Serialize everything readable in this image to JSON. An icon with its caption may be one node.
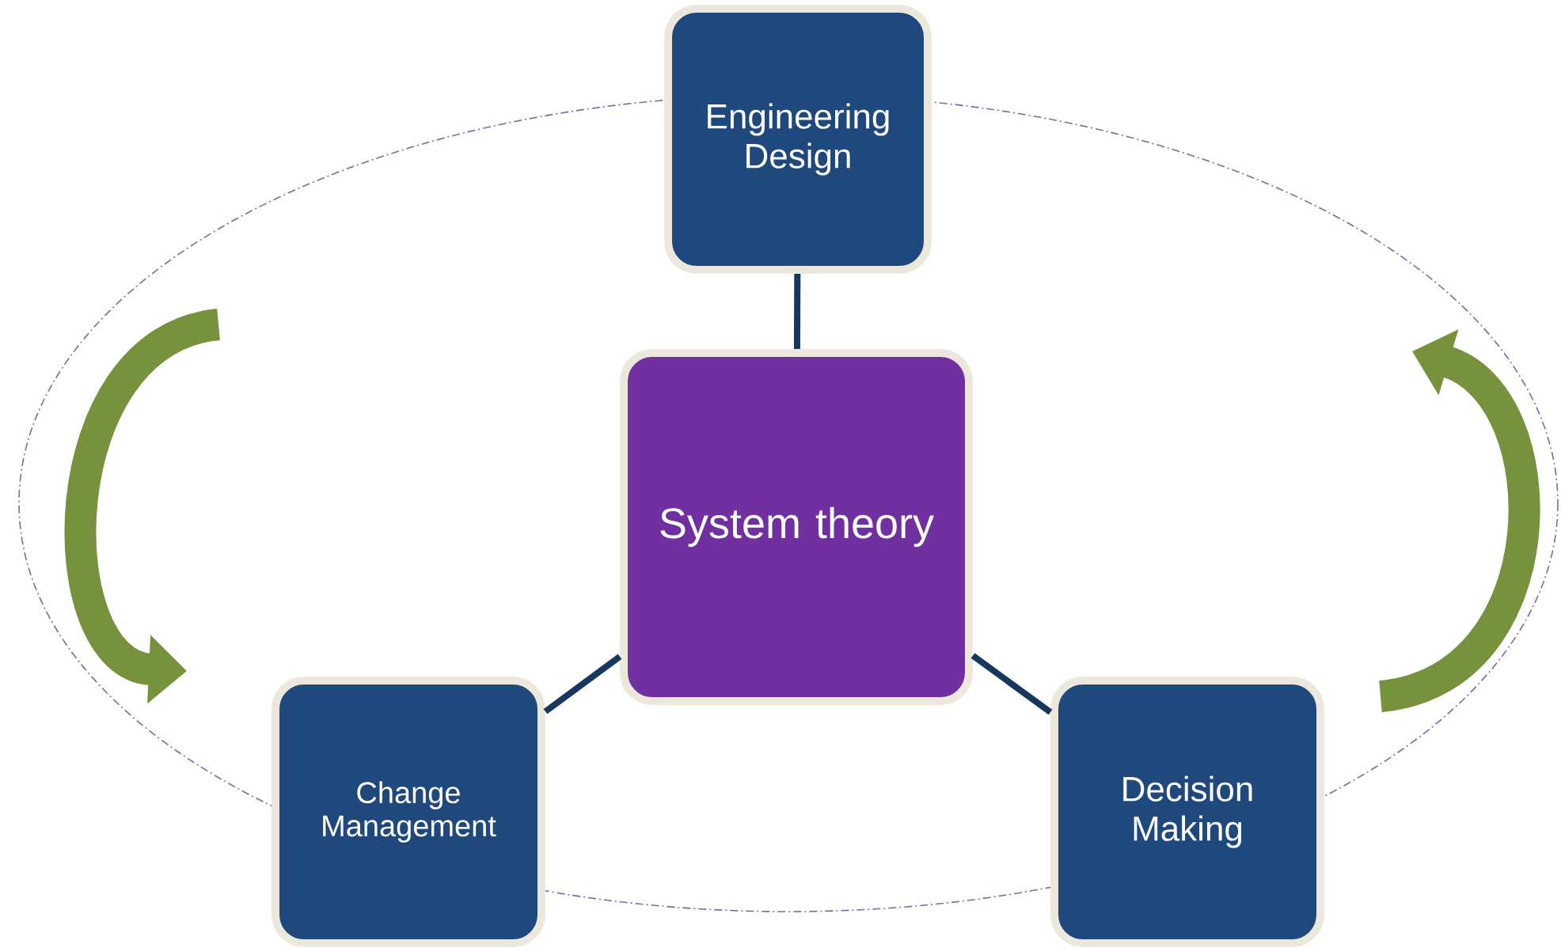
{
  "diagram": {
    "nodes": [
      {
        "text": [
          "Engineering Design"
        ]
      },
      {
        "text": [
          "System theory"
        ]
      },
      {
        "text": [
          "Change Management"
        ]
      },
      {
        "text": [
          "Decision Making"
        ]
      }
    ],
    "edges": [
      {
        "from": 0,
        "to": 1,
        "arrow": "none"
      },
      {
        "from": 1,
        "to": 2,
        "arrow": "none"
      },
      {
        "from": 1,
        "to": 3,
        "arrow": "none"
      }
    ]
  }
}
